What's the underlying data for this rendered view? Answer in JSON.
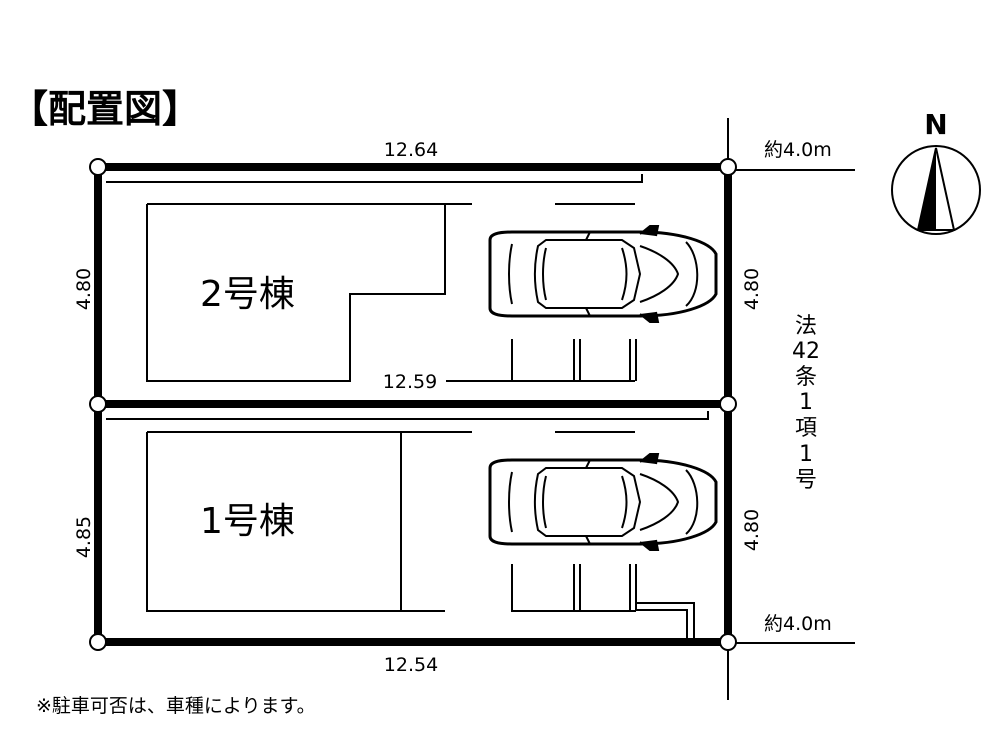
{
  "title": "【配置図】",
  "north_label": "N",
  "dims": {
    "top": "12.64",
    "middle": "12.59",
    "bottom": "12.54",
    "left_upper": "4.80",
    "left_lower": "4.85",
    "right_upper": "4.80",
    "right_lower": "4.80"
  },
  "road_width_top": "約4.0m",
  "road_width_bottom": "約4.0m",
  "road_label": [
    "法",
    "42",
    "条",
    "1",
    "項",
    "1",
    "号"
  ],
  "buildings": {
    "upper": "2号棟",
    "lower": "1号棟"
  },
  "note": "※駐車可否は、車種によります。",
  "colors": {
    "line": "#000000",
    "background": "#ffffff"
  }
}
